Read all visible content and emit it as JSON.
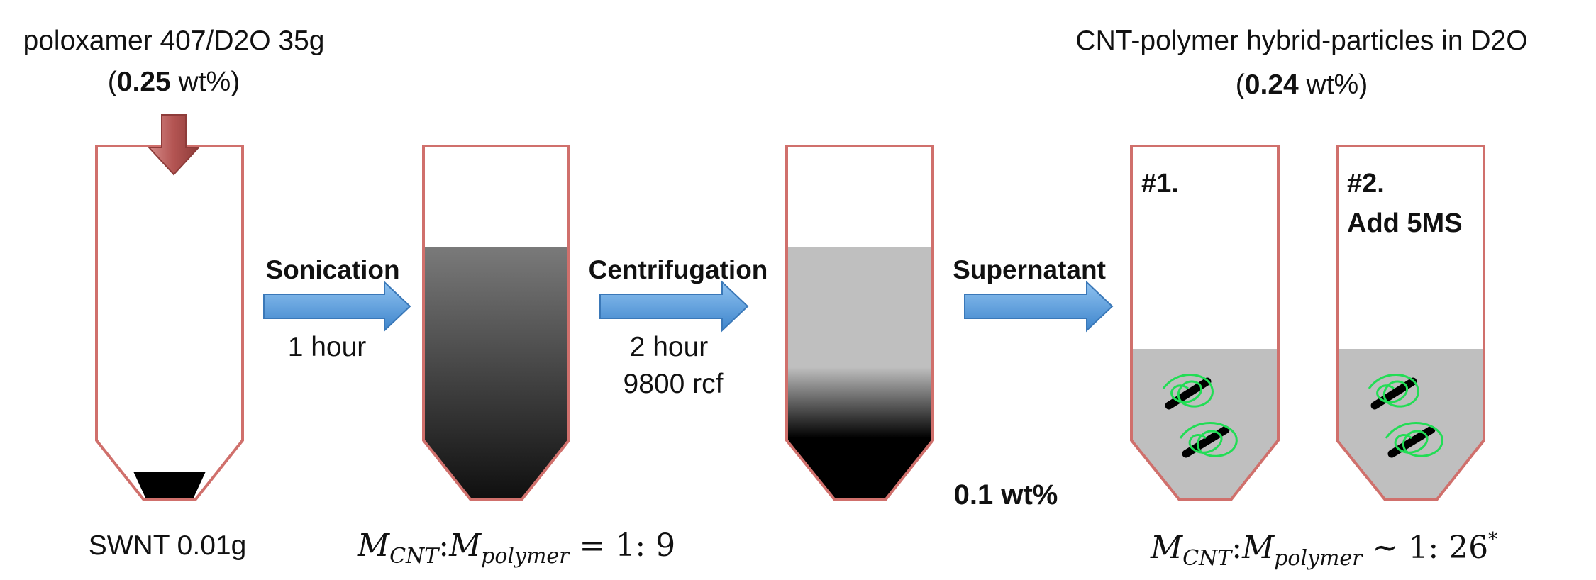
{
  "top_left": {
    "line1": "poloxamer 407/D2O 35g",
    "paren_open": "(",
    "value": "0.25",
    "unit": " wt%)"
  },
  "top_right": {
    "line1": "CNT-polymer hybrid-particles in D2O",
    "paren_open": "(",
    "value": "0.24",
    "unit": " wt%)"
  },
  "steps": {
    "sonication": {
      "label": "Sonication",
      "detail1": "1 hour"
    },
    "centrifugation": {
      "label": "Centrifugation",
      "detail1": "2 hour",
      "detail2": "9800 rcf"
    },
    "supernatant": {
      "label": "Supernatant"
    }
  },
  "tubes": {
    "tube1": {
      "bottom_label": "SWNT 0.01g"
    },
    "tube3": {
      "concentration": "0.1 wt%"
    },
    "tube4": {
      "label": "#1."
    },
    "tube5": {
      "label": "#2.",
      "sublabel": "Add 5MS"
    }
  },
  "ratios": {
    "left": {
      "m": "M",
      "sub1": "CNT",
      "colon": ":",
      "m2": "M",
      "sub2": "polymer",
      "rel": " = 1: 9",
      "sup": ""
    },
    "right": {
      "m": "M",
      "sub1": "CNT",
      "colon": ":",
      "m2": "M",
      "sub2": "polymer",
      "rel": " ~ 1: 26",
      "sup": "*"
    }
  },
  "colors": {
    "tube_outline": "#d0706c",
    "arrow_blue": "#5b9bd5",
    "arrow_red": "#b35452",
    "liquid_gray": "#bfbfbf",
    "polymer_green": "#22dd55"
  }
}
